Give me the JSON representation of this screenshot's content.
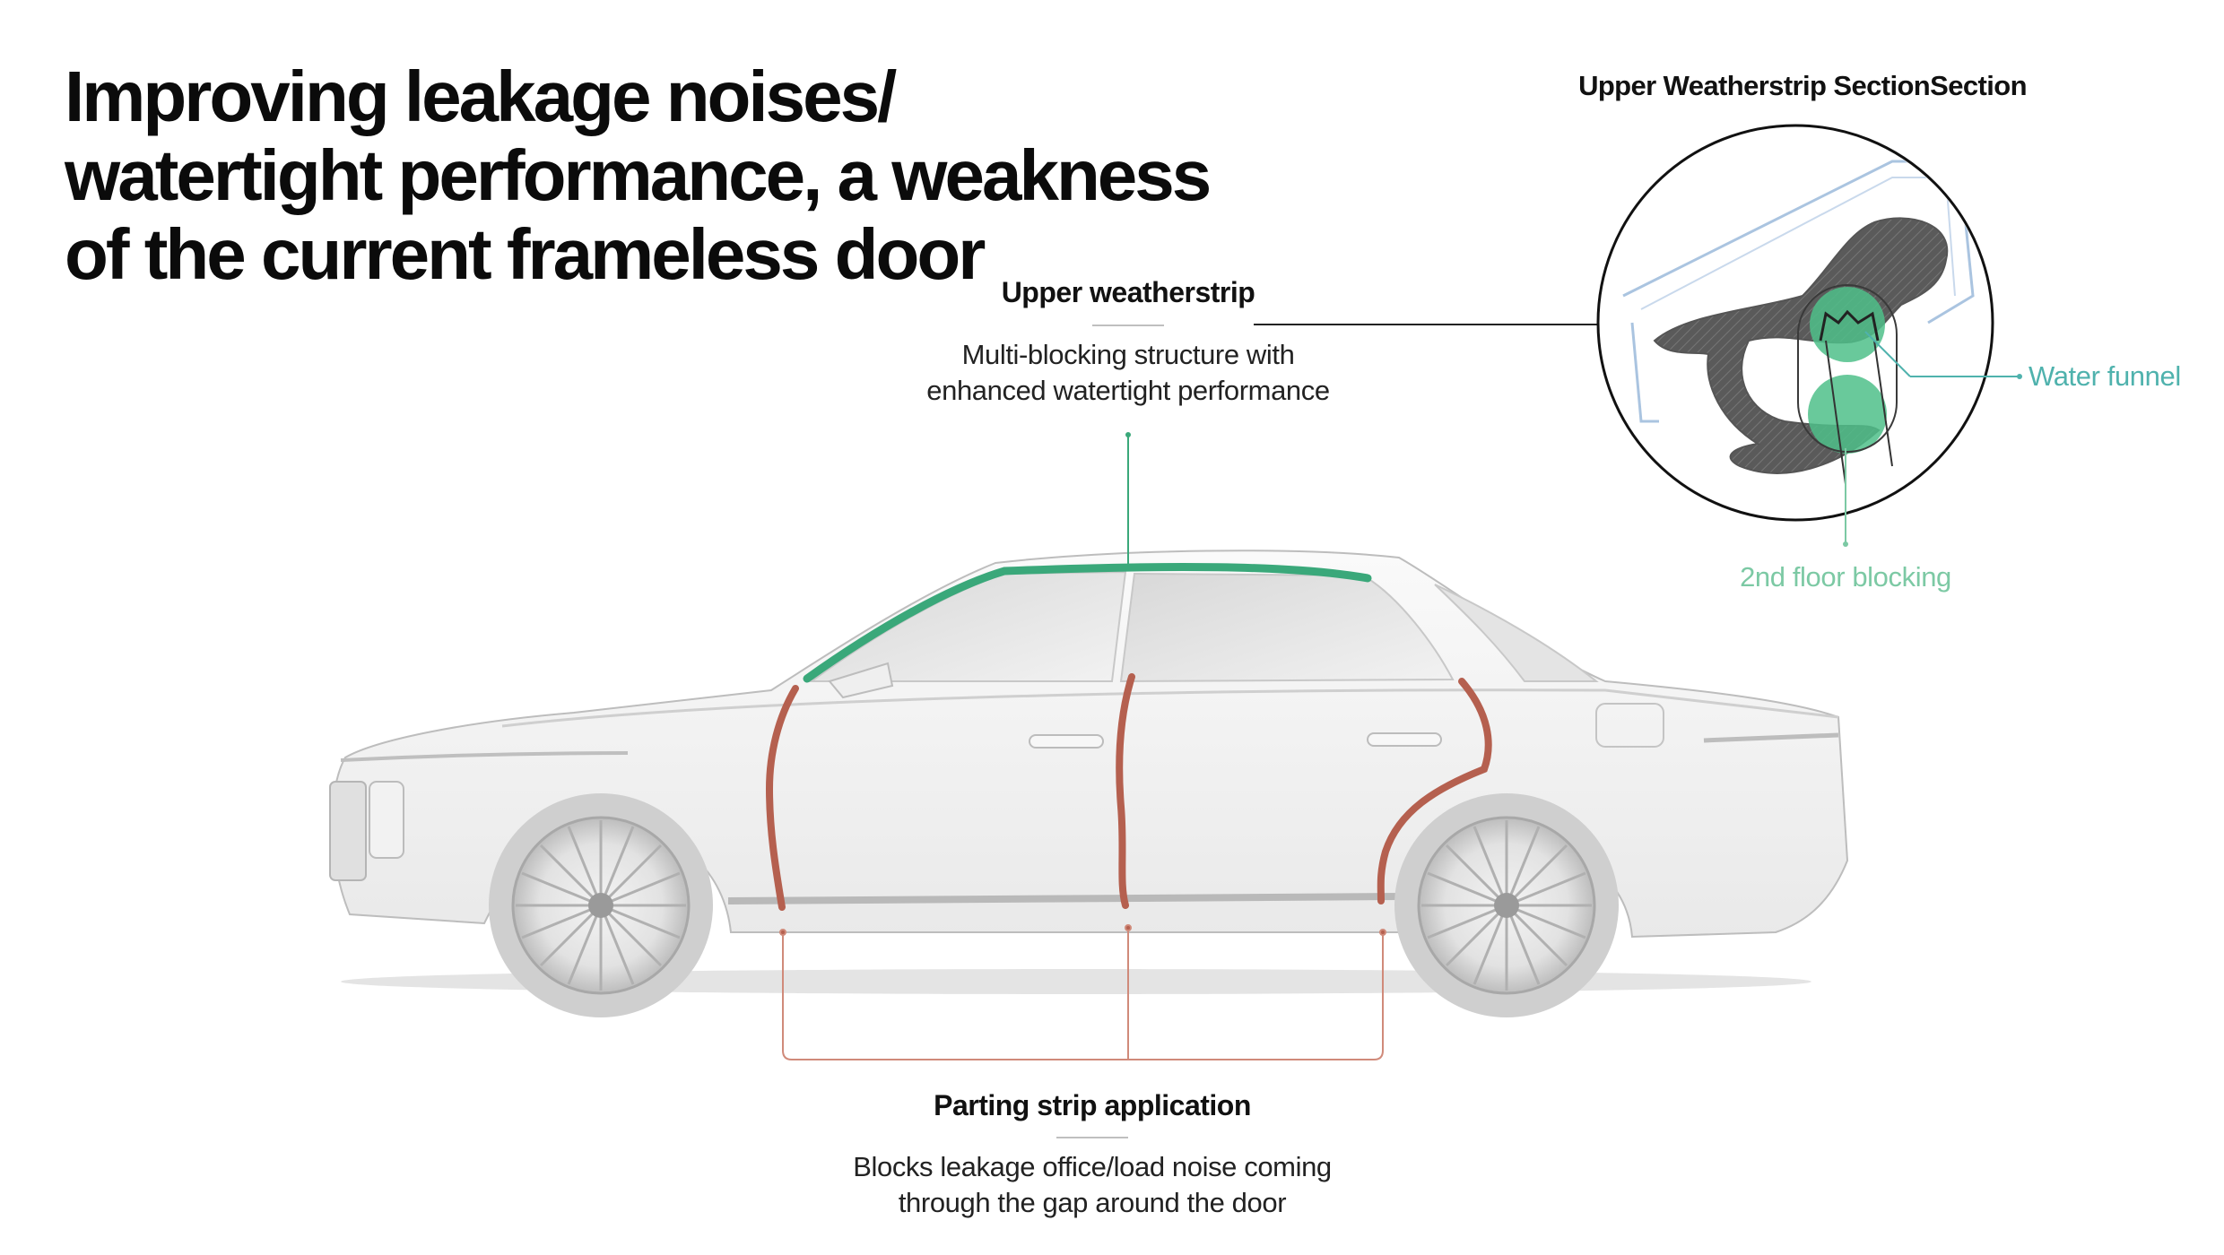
{
  "title": {
    "line1": "Improving leakage noises/",
    "line2": "watertight performance, a weakness",
    "line3": "of the current frameless door"
  },
  "section_view": {
    "heading": "Upper Weatherstrip SectionSection",
    "water_funnel_label": "Water funnel",
    "second_floor_label": "2nd floor blocking"
  },
  "upper_weatherstrip": {
    "title": "Upper weatherstrip",
    "desc_line1": "Multi-blocking structure with",
    "desc_line2": "enhanced watertight performance"
  },
  "parting_strip": {
    "title": "Parting strip application",
    "desc_line1": "Blocks leakage office/load noise coming",
    "desc_line2": "through the gap around the door"
  },
  "colors": {
    "weatherstrip_green": "#3aa87a",
    "parting_strip_red": "#b5604f",
    "water_funnel_teal": "#4fb2ad",
    "blocking_green": "#7cc9a4"
  }
}
